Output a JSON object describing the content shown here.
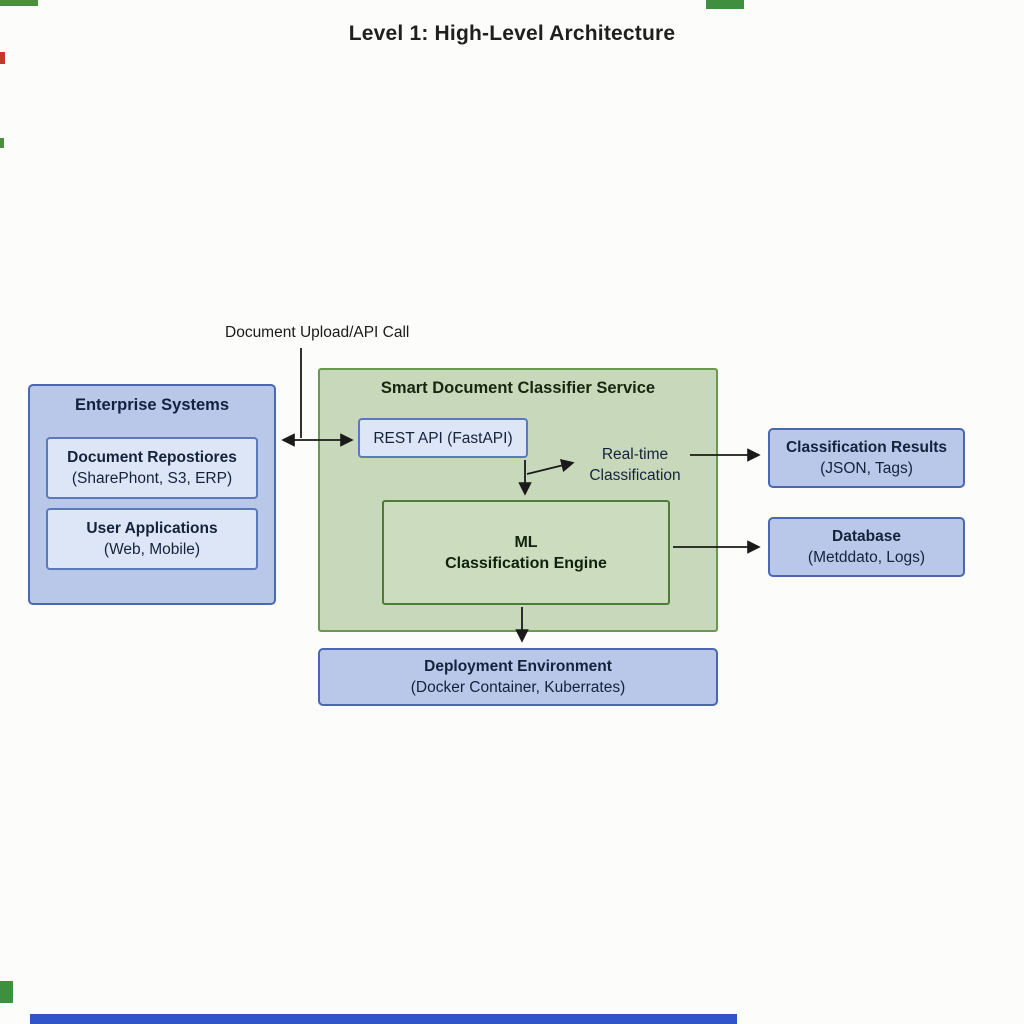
{
  "page": {
    "title": "Level 1: High-Level Architecture"
  },
  "annotations": {
    "upload_label": "Document Upload/API Call",
    "realtime": {
      "line1": "Real-time",
      "line2": "Classification"
    }
  },
  "nodes": {
    "enterprise": {
      "title": "Enterprise Systems",
      "repos": {
        "line1": "Document Repostiores",
        "line2": "(SharePhont, S3, ERP)"
      },
      "apps": {
        "line1": "User Applications",
        "line2": "(Web, Mobile)"
      }
    },
    "service": {
      "title": "Smart Document Classifier Service",
      "rest_api": "REST API (FastAPI)",
      "ml_engine": {
        "line1": "ML",
        "line2": "Classification Engine"
      }
    },
    "results": {
      "line1": "Classification Results",
      "line2": "(JSON, Tags)"
    },
    "database": {
      "line1": "Database",
      "line2": "(Metddato, Logs)"
    },
    "deployment": {
      "line1": "Deployment Environment",
      "line2": "(Docker Container, Kuberrates)"
    }
  },
  "colors": {
    "blue_fill": "#b9c7e9",
    "blue_border": "#4b67b2",
    "inner_blue_fill": "#dde6f6",
    "green_fill": "#c7d9ba",
    "green_border": "#69994f",
    "arrow": "#1a1a1a"
  }
}
